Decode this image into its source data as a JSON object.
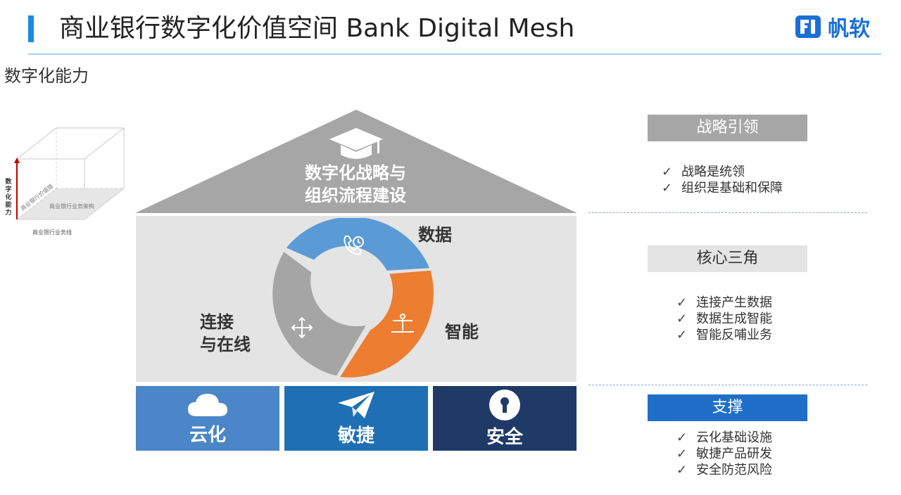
{
  "header": {
    "title": "商业银行数字化价值空间 Bank Digital Mesh",
    "logo_text": "帆软",
    "subtitle": "数字化能力"
  },
  "cube": {
    "y_axis_label": "数字化能力",
    "x_axis_label": "商业银行业务线",
    "diag_label": "商业银行价值链",
    "floor_label": "商业银行业务架构"
  },
  "house": {
    "roof_title_line1": "数字化战略与",
    "roof_title_line2": "组织流程建设",
    "segments": {
      "data": "数据",
      "intelligence": "智能",
      "connect_line1": "连接",
      "connect_line2": "与在线"
    },
    "pillars": [
      {
        "label": "云化",
        "color": "#4a86c8",
        "icon": "cloud-icon"
      },
      {
        "label": "敏捷",
        "color": "#1f6fb5",
        "icon": "paper-plane-icon"
      },
      {
        "label": "安全",
        "color": "#1f3a66",
        "icon": "keyhole-icon"
      }
    ],
    "colors": {
      "roof": "#a6a6a6",
      "panel": "#e4e4e4",
      "blue": "#5b9bd5",
      "orange": "#ed7d31",
      "gray": "#a5a5a5"
    }
  },
  "sections": [
    {
      "title": "战略引领",
      "style": "gray",
      "items": [
        "战略是统领",
        "组织是基础和保障"
      ]
    },
    {
      "title": "核心三角",
      "style": "light",
      "items": [
        "连接产生数据",
        "数据生成智能",
        "智能反哺业务"
      ]
    },
    {
      "title": "支撑",
      "style": "blue",
      "items": [
        "云化基础设施",
        "敏捷产品研发",
        "安全防范风险"
      ]
    }
  ],
  "check_glyph": "✓"
}
